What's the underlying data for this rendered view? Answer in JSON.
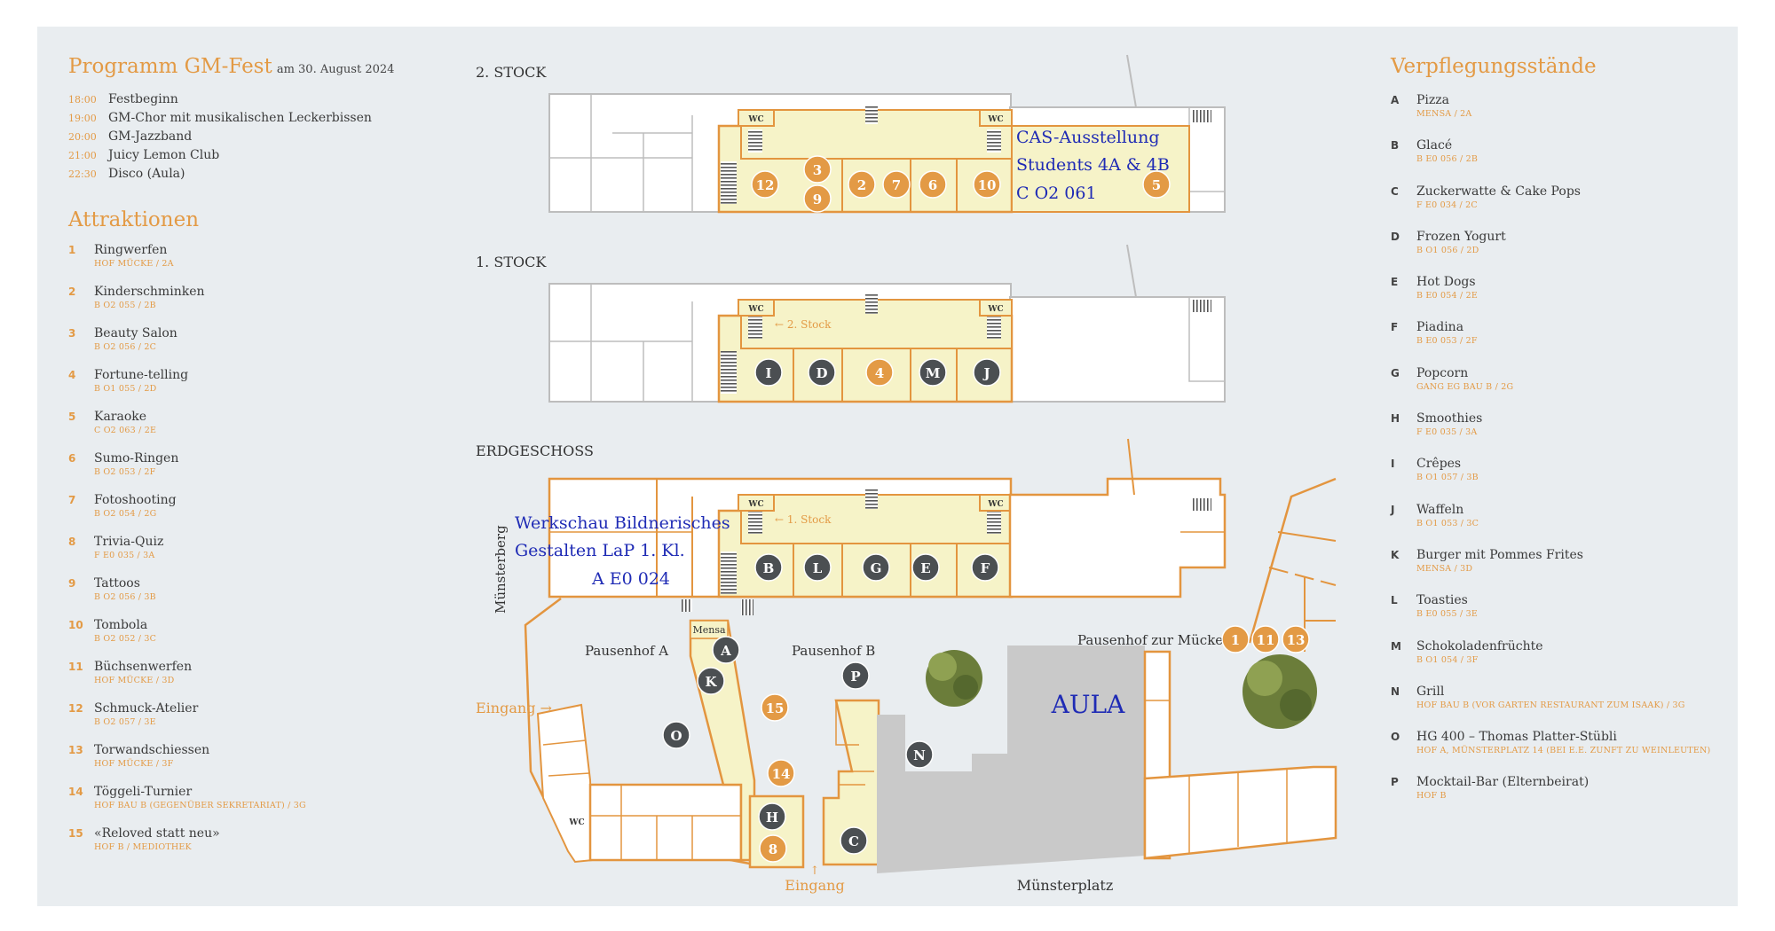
{
  "programm": {
    "title": "Programm GM-Fest",
    "date": "am 30. August 2024",
    "items": [
      {
        "time": "18:00",
        "label": "Festbeginn"
      },
      {
        "time": "19:00",
        "label": "GM-Chor mit musikalischen Leckerbissen"
      },
      {
        "time": "20:00",
        "label": "GM-Jazzband"
      },
      {
        "time": "21:00",
        "label": "Juicy Lemon Club"
      },
      {
        "time": "22:30",
        "label": "Disco (Aula)"
      }
    ]
  },
  "attraktionen": {
    "title": "Attraktionen",
    "items": [
      {
        "num": "1",
        "name": "Ringwerfen",
        "room": "HOF MÜCKE / 2A"
      },
      {
        "num": "2",
        "name": "Kinderschminken",
        "room": "B O2 055 / 2B"
      },
      {
        "num": "3",
        "name": "Beauty Salon",
        "room": "B O2 056 / 2C"
      },
      {
        "num": "4",
        "name": "Fortune-telling",
        "room": "B O1 055 / 2D"
      },
      {
        "num": "5",
        "name": "Karaoke",
        "room": "C O2 063 / 2E"
      },
      {
        "num": "6",
        "name": "Sumo-Ringen",
        "room": "B O2 053 / 2F"
      },
      {
        "num": "7",
        "name": "Fotoshooting",
        "room": "B O2 054 / 2G"
      },
      {
        "num": "8",
        "name": "Trivia-Quiz",
        "room": "F E0 035 / 3A"
      },
      {
        "num": "9",
        "name": "Tattoos",
        "room": "B O2 056 / 3B"
      },
      {
        "num": "10",
        "name": "Tombola",
        "room": "B O2 052 / 3C"
      },
      {
        "num": "11",
        "name": "Büchsenwerfen",
        "room": "HOF MÜCKE / 3D"
      },
      {
        "num": "12",
        "name": "Schmuck-Atelier",
        "room": "B O2 057 / 3E"
      },
      {
        "num": "13",
        "name": "Torwandschiessen",
        "room": "HOF MÜCKE / 3F"
      },
      {
        "num": "14",
        "name": "Töggeli-Turnier",
        "room": "HOF BAU B (GEGENÜBER SEKRETARIAT) / 3G"
      },
      {
        "num": "15",
        "name": "«Reloved statt neu»",
        "room": "HOF B / MEDIOTHEK"
      }
    ]
  },
  "verpflegung": {
    "title": "Verpflegungsstände",
    "items": [
      {
        "letter": "A",
        "name": "Pizza",
        "room": "MENSA / 2A"
      },
      {
        "letter": "B",
        "name": "Glacé",
        "room": "B E0 056 / 2B"
      },
      {
        "letter": "C",
        "name": "Zuckerwatte & Cake Pops",
        "room": "F E0 034 / 2C"
      },
      {
        "letter": "D",
        "name": "Frozen Yogurt",
        "room": "B O1 056 / 2D"
      },
      {
        "letter": "E",
        "name": "Hot Dogs",
        "room": "B E0 054 / 2E"
      },
      {
        "letter": "F",
        "name": "Piadina",
        "room": "B E0 053 / 2F"
      },
      {
        "letter": "G",
        "name": "Popcorn",
        "room": "GANG EG BAU B / 2G"
      },
      {
        "letter": "H",
        "name": "Smoothies",
        "room": "F E0 035 / 3A"
      },
      {
        "letter": "I",
        "name": "Crêpes",
        "room": "B O1 057 / 3B"
      },
      {
        "letter": "J",
        "name": "Waffeln",
        "room": "B O1 053 / 3C"
      },
      {
        "letter": "K",
        "name": "Burger mit Pommes Frites",
        "room": "MENSA / 3D"
      },
      {
        "letter": "L",
        "name": "Toasties",
        "room": "B E0 055 / 3E"
      },
      {
        "letter": "M",
        "name": "Schokoladenfrüchte",
        "room": "B O1 054 / 3F"
      },
      {
        "letter": "N",
        "name": "Grill",
        "room": "HOF BAU B (VOR GARTEN RESTAURANT ZUM ISAAK) / 3G"
      },
      {
        "letter": "O",
        "name": "HG 400 – Thomas Platter-Stübli",
        "room": "HOF A, MÜNSTERPLATZ 14 (BEI E.E. ZUNFT ZU WEINLEUTEN)"
      },
      {
        "letter": "P",
        "name": "Mocktail-Bar (Elternbeirat)",
        "room": "HOF B"
      }
    ]
  },
  "map": {
    "floor2_label": "2. STOCK",
    "floor1_label": "1. STOCK",
    "ground_label": "ERDGESCHOSS",
    "wc": "WC",
    "to_floor2": "← 2. Stock",
    "to_floor1": "← 1. Stock",
    "cas_line1": "CAS-Ausstellung",
    "cas_line2": "Students 4A & 4B",
    "cas_line3": "C O2 061",
    "werk_line1": "Werkschau Bildnerisches",
    "werk_line2": "Gestalten LaP 1. Kl.",
    "werk_line3": "A E0 024",
    "muensterberg": "Münsterberg",
    "pausenhof_a": "Pausenhof A",
    "pausenhof_b": "Pausenhof B",
    "pausenhof_muecke": "Pausenhof zur Mücke →",
    "mensa": "Mensa",
    "eingang_west": "Eingang →",
    "eingang_south": "Eingang",
    "eingang_arrow": "↑",
    "aula": "AULA",
    "muensterplatz": "Münsterplatz",
    "f2_markers": [
      "12",
      "3",
      "9",
      "2",
      "7",
      "6",
      "10",
      "5"
    ],
    "f1_markers": [
      "I",
      "D",
      "4",
      "M",
      "J"
    ],
    "eg_markers": [
      "B",
      "L",
      "G",
      "E",
      "F"
    ],
    "yard_markers": [
      "A",
      "K",
      "O",
      "15",
      "P",
      "14",
      "H",
      "8",
      "C",
      "N",
      "1",
      "11",
      "13"
    ]
  },
  "colors": {
    "accent_orange": "#e39a45",
    "marker_dark": "#4b4f52",
    "room_fill": "#f6f3c8",
    "label_blue": "#1f2bb5",
    "aula_grey": "#c9c9c9",
    "panel_bg": "#e9edf0"
  }
}
